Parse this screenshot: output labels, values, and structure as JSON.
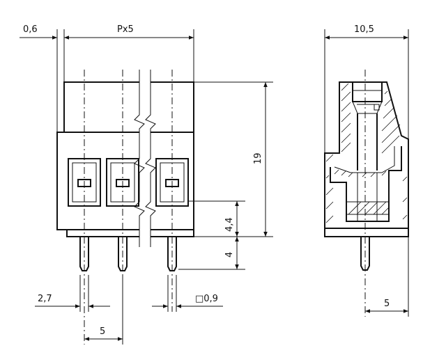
{
  "dimensions": {
    "offset_06": "0,6",
    "pitch": "Px5",
    "width_105": "10,5",
    "height_19": "19",
    "h_44": "4,4",
    "h_4": "4",
    "pin_offset_27": "2,7",
    "pin_square": "□0,9",
    "pin_pitch_5": "5",
    "pin_depth_5": "5"
  },
  "colors": {
    "line": "#111111",
    "background": "#ffffff"
  }
}
